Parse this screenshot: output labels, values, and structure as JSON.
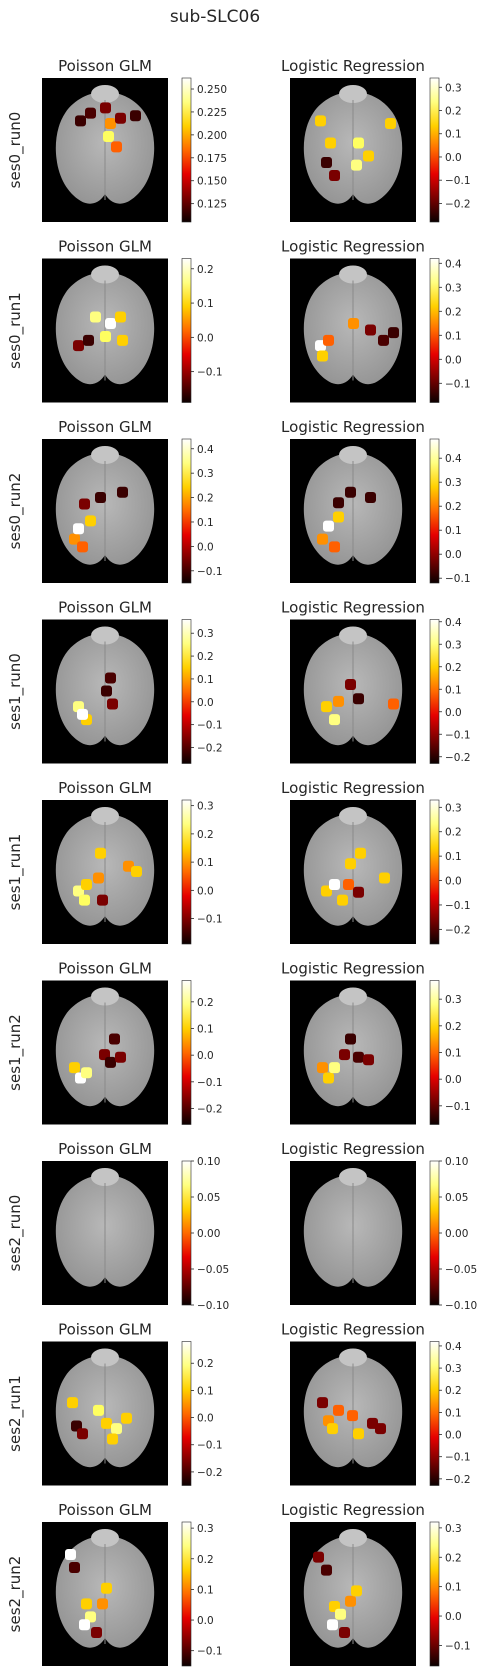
{
  "figure_title": "sub-SLC06",
  "panel_titles": [
    "Poisson GLM",
    "Logistic Regression"
  ],
  "colormap": "hot",
  "colormap_stops": [
    "#0b0000",
    "#7a0000",
    "#e60000",
    "#ff6a00",
    "#ffd000",
    "#ffff80",
    "#ffffff"
  ],
  "background_color": "#000000",
  "brain_color": "#a8a8a8",
  "chart_data": {
    "type": "heatmap",
    "description_free": true,
    "rows": [
      {
        "label": "ses0_run0",
        "panels": [
          {
            "title": "Poisson GLM",
            "cbar_ticks": [
              "0.250",
              "0.225",
              "0.200",
              "0.175",
              "0.150",
              "0.125"
            ],
            "vmin": 0.105,
            "vmax": 0.262,
            "tick_values": [
              0.25,
              0.225,
              0.2,
              0.175,
              0.15,
              0.125
            ]
          },
          {
            "title": "Logistic Regression",
            "cbar_ticks": [
              "0.3",
              "0.2",
              "0.1",
              "0.0",
              "−0.1",
              "−0.2"
            ],
            "vmin": -0.28,
            "vmax": 0.34,
            "tick_values": [
              0.3,
              0.2,
              0.1,
              0.0,
              -0.1,
              -0.2
            ]
          }
        ]
      },
      {
        "label": "ses0_run1",
        "panels": [
          {
            "title": "Poisson GLM",
            "cbar_ticks": [
              "0.2",
              "0.1",
              "0.0",
              "−0.1"
            ],
            "vmin": -0.19,
            "vmax": 0.23,
            "tick_values": [
              0.2,
              0.1,
              0.0,
              -0.1
            ]
          },
          {
            "title": "Logistic Regression",
            "cbar_ticks": [
              "0.4",
              "0.3",
              "0.2",
              "0.1",
              "0.0",
              "−0.1"
            ],
            "vmin": -0.18,
            "vmax": 0.42,
            "tick_values": [
              0.4,
              0.3,
              0.2,
              0.1,
              0.0,
              -0.1
            ]
          }
        ]
      },
      {
        "label": "ses0_run2",
        "panels": [
          {
            "title": "Poisson GLM",
            "cbar_ticks": [
              "0.4",
              "0.3",
              "0.2",
              "0.1",
              "0.0",
              "−0.1"
            ],
            "vmin": -0.15,
            "vmax": 0.44,
            "tick_values": [
              0.4,
              0.3,
              0.2,
              0.1,
              0.0,
              -0.1
            ]
          },
          {
            "title": "Logistic Regression",
            "cbar_ticks": [
              "0.4",
              "0.3",
              "0.2",
              "0.1",
              "0.0",
              "−0.1"
            ],
            "vmin": -0.12,
            "vmax": 0.48,
            "tick_values": [
              0.4,
              0.3,
              0.2,
              0.1,
              0.0,
              -0.1
            ]
          }
        ]
      },
      {
        "label": "ses1_run0",
        "panels": [
          {
            "title": "Poisson GLM",
            "cbar_ticks": [
              "0.3",
              "0.2",
              "0.1",
              "0.0",
              "−0.1",
              "−0.2"
            ],
            "vmin": -0.27,
            "vmax": 0.36,
            "tick_values": [
              0.3,
              0.2,
              0.1,
              0.0,
              -0.1,
              -0.2
            ]
          },
          {
            "title": "Logistic Regression",
            "cbar_ticks": [
              "0.4",
              "0.3",
              "0.2",
              "0.1",
              "0.0",
              "−0.1",
              "−0.2"
            ],
            "vmin": -0.23,
            "vmax": 0.41,
            "tick_values": [
              0.4,
              0.3,
              0.2,
              0.1,
              0.0,
              -0.1,
              -0.2
            ]
          }
        ]
      },
      {
        "label": "ses1_run1",
        "panels": [
          {
            "title": "Poisson GLM",
            "cbar_ticks": [
              "0.3",
              "0.2",
              "0.1",
              "0.0",
              "−0.1"
            ],
            "vmin": -0.19,
            "vmax": 0.32,
            "tick_values": [
              0.3,
              0.2,
              0.1,
              0.0,
              -0.1
            ]
          },
          {
            "title": "Logistic Regression",
            "cbar_ticks": [
              "0.3",
              "0.2",
              "0.1",
              "0.0",
              "−0.1",
              "−0.2"
            ],
            "vmin": -0.26,
            "vmax": 0.33,
            "tick_values": [
              0.3,
              0.2,
              0.1,
              0.0,
              -0.1,
              -0.2
            ]
          }
        ]
      },
      {
        "label": "ses1_run2",
        "panels": [
          {
            "title": "Poisson GLM",
            "cbar_ticks": [
              "0.2",
              "0.1",
              "0.0",
              "−0.1",
              "−0.2"
            ],
            "vmin": -0.26,
            "vmax": 0.28,
            "tick_values": [
              0.2,
              0.1,
              0.0,
              -0.1,
              -0.2
            ]
          },
          {
            "title": "Logistic Regression",
            "cbar_ticks": [
              "0.3",
              "0.2",
              "0.1",
              "0.0",
              "−0.1"
            ],
            "vmin": -0.17,
            "vmax": 0.37,
            "tick_values": [
              0.3,
              0.2,
              0.1,
              0.0,
              -0.1
            ]
          }
        ]
      },
      {
        "label": "ses2_run0",
        "panels": [
          {
            "title": "Poisson GLM",
            "cbar_ticks": [
              "0.10",
              "0.05",
              "0.00",
              "−0.05",
              "−0.10"
            ],
            "vmin": -0.1,
            "vmax": 0.1,
            "tick_values": [
              0.1,
              0.05,
              0.0,
              -0.05,
              -0.1
            ]
          },
          {
            "title": "Logistic Regression",
            "cbar_ticks": [
              "0.10",
              "0.05",
              "0.00",
              "−0.05",
              "−0.10"
            ],
            "vmin": -0.1,
            "vmax": 0.1,
            "tick_values": [
              0.1,
              0.05,
              0.0,
              -0.05,
              -0.1
            ]
          }
        ]
      },
      {
        "label": "ses2_run1",
        "panels": [
          {
            "title": "Poisson GLM",
            "cbar_ticks": [
              "0.2",
              "0.1",
              "0.0",
              "−0.1",
              "−0.2"
            ],
            "vmin": -0.25,
            "vmax": 0.28,
            "tick_values": [
              0.2,
              0.1,
              0.0,
              -0.1,
              -0.2
            ]
          },
          {
            "title": "Logistic Regression",
            "cbar_ticks": [
              "0.4",
              "0.3",
              "0.2",
              "0.1",
              "0.0",
              "−0.1",
              "−0.2"
            ],
            "vmin": -0.23,
            "vmax": 0.42,
            "tick_values": [
              0.4,
              0.3,
              0.2,
              0.1,
              0.0,
              -0.1,
              -0.2
            ]
          }
        ]
      },
      {
        "label": "ses2_run2",
        "panels": [
          {
            "title": "Poisson GLM",
            "cbar_ticks": [
              "0.3",
              "0.2",
              "0.1",
              "0.0",
              "−0.1"
            ],
            "vmin": -0.15,
            "vmax": 0.32,
            "tick_values": [
              0.3,
              0.2,
              0.1,
              0.0,
              -0.1
            ]
          },
          {
            "title": "Logistic Regression",
            "cbar_ticks": [
              "0.3",
              "0.2",
              "0.1",
              "0.0",
              "−0.1"
            ],
            "vmin": -0.17,
            "vmax": 0.32,
            "tick_values": [
              0.3,
              0.2,
              0.1,
              0.0,
              -0.1
            ]
          }
        ]
      }
    ]
  }
}
